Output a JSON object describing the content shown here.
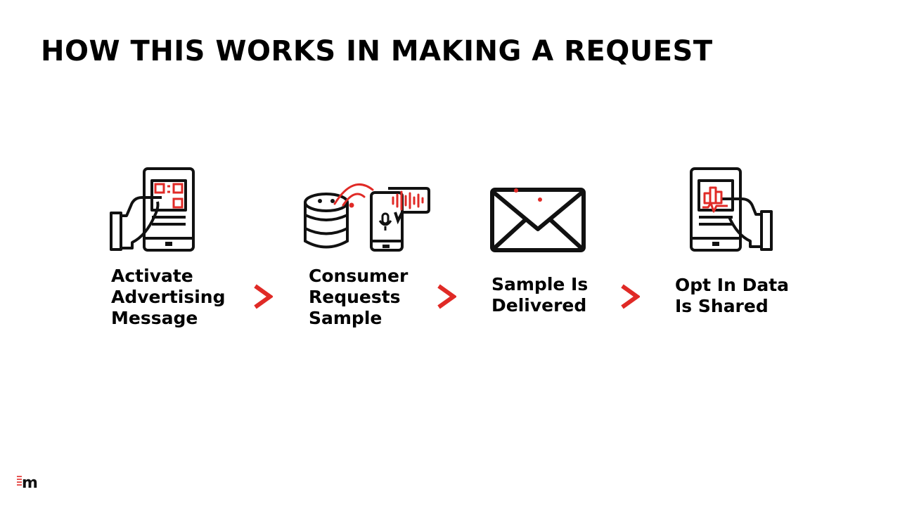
{
  "title": "HOW THIS WORKS IN MAKING A REQUEST",
  "steps": [
    {
      "label": "Activate\nAdvertising\nMessage",
      "icon": "hand-scanning-qr-code-phone-icon"
    },
    {
      "label": "Consumer\nRequests\nSample",
      "icon": "database-phone-voice-request-icon"
    },
    {
      "label": "Sample Is\nDelivered",
      "icon": "envelope-icon"
    },
    {
      "label": "Opt In Data\nIs Shared",
      "icon": "phone-analytics-icon"
    }
  ],
  "arrow_glyph": ">",
  "logo_text": "m",
  "colors": {
    "accent": "#e02a26",
    "ink": "#111111",
    "background": "#ffffff"
  }
}
